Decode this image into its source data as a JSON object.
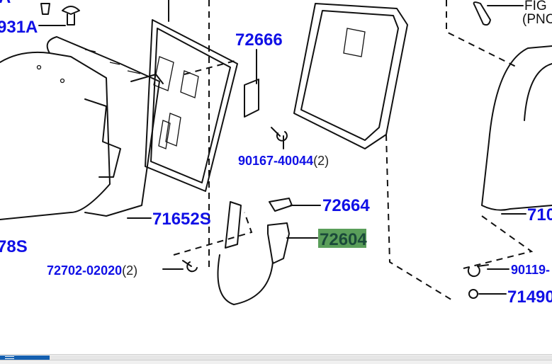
{
  "colors": {
    "label": "#1010e6",
    "highlight": "#5a9e5a",
    "scroll_thumb": "#1560b0"
  },
  "labels": {
    "top_a": "A",
    "p931a": "931A",
    "p72666": "72666",
    "p90167": "90167-40044",
    "p90167_qty": "(2)",
    "p72664": "72664",
    "p71652s": "71652S",
    "p72604": "72604",
    "p78s": "78S",
    "p72702": "72702-02020",
    "p72702_qty": "(2)",
    "p710": "710",
    "p90119": "90119-",
    "p71490": "71490",
    "fig_line1": "FIG",
    "fig_line2": "(PNC"
  },
  "highlighted_part": "72604"
}
